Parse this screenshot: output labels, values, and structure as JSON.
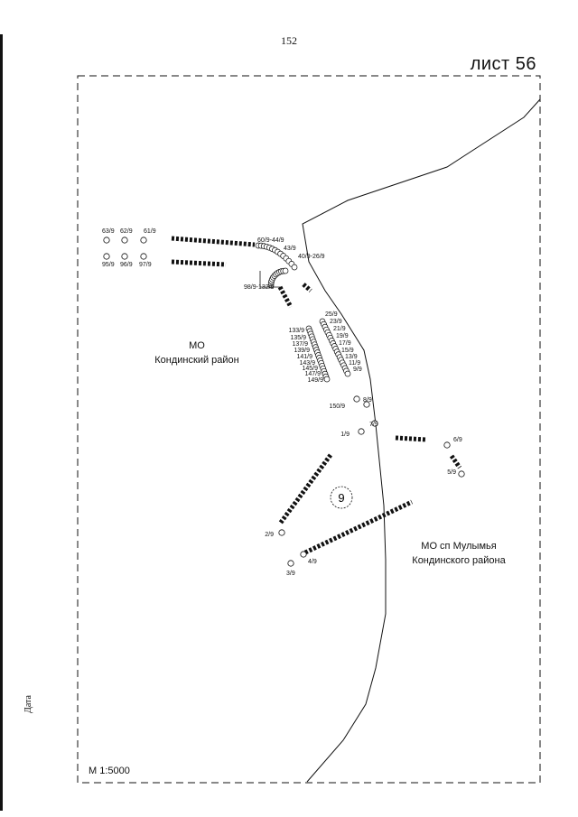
{
  "page_number": "152",
  "sheet_title": "лист 56",
  "side_label": "Дата",
  "scale": "М 1:5000",
  "regions": {
    "west_line1": "МО",
    "west_line2": "Кондинский район",
    "east_line1": "МО сп Мулымья",
    "east_line2": "Кондинского района"
  },
  "block_number": "9",
  "points": [
    {
      "label": "63/9"
    },
    {
      "label": "62/9"
    },
    {
      "label": "61/9"
    },
    {
      "label": "95/9"
    },
    {
      "label": "96/9"
    },
    {
      "label": "97/9"
    },
    {
      "label": "60/9-44/9"
    },
    {
      "label": "43/9"
    },
    {
      "label": "40/9-26/9"
    },
    {
      "label": "98/9-132/9"
    },
    {
      "label": "25/9"
    },
    {
      "label": "23/9"
    },
    {
      "label": "21/9"
    },
    {
      "label": "19/9"
    },
    {
      "label": "17/9"
    },
    {
      "label": "15/9"
    },
    {
      "label": "13/9"
    },
    {
      "label": "11/9"
    },
    {
      "label": "9/9"
    },
    {
      "label": "133/9"
    },
    {
      "label": "135/9"
    },
    {
      "label": "137/9"
    },
    {
      "label": "139/9"
    },
    {
      "label": "141/9"
    },
    {
      "label": "143/9"
    },
    {
      "label": "145/9"
    },
    {
      "label": "147/9"
    },
    {
      "label": "149/9"
    },
    {
      "label": "150/9"
    },
    {
      "label": "8/9"
    },
    {
      "label": "1/9"
    },
    {
      "label": "7/9"
    },
    {
      "label": "6/9"
    },
    {
      "label": "5/9"
    },
    {
      "label": "2/9"
    },
    {
      "label": "4/9"
    },
    {
      "label": "3/9"
    }
  ]
}
